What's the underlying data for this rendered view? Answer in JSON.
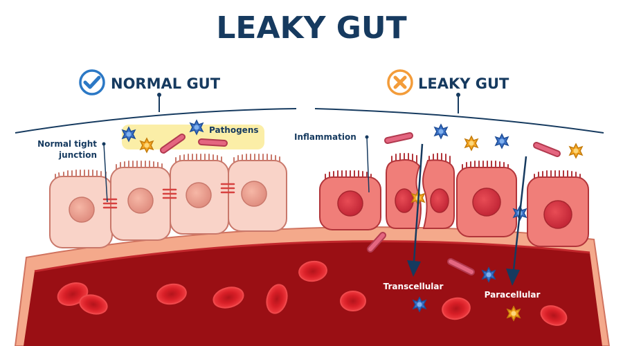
{
  "title": "LEAKY GUT",
  "panels": {
    "normal": {
      "label": "NORMAL GUT",
      "status_icon": "check-circle-icon"
    },
    "leaky": {
      "label": "LEAKY GUT",
      "status_icon": "x-circle-icon"
    }
  },
  "annotations": {
    "tight_junction_line1": "Normal tight",
    "tight_junction_line2": "junction",
    "pathogens": "Pathogens",
    "inflammation": "Inflammation",
    "transcellular": "Transcellular",
    "paracellular": "Paracellular"
  },
  "colors": {
    "title": "#163a5f",
    "check": "#2b78c5",
    "cross": "#f39c3a",
    "pathogen_box": "#fbeea7",
    "normal_cell": "#f9d3c8",
    "normal_cell_stroke": "#c9786b",
    "inflamed_cell": "#f07e79",
    "inflamed_cell_stroke": "#b2353a",
    "vessel_outer": "#f4a98b",
    "vessel_inner": "#9a0f14",
    "rbc": "#e3262d"
  }
}
